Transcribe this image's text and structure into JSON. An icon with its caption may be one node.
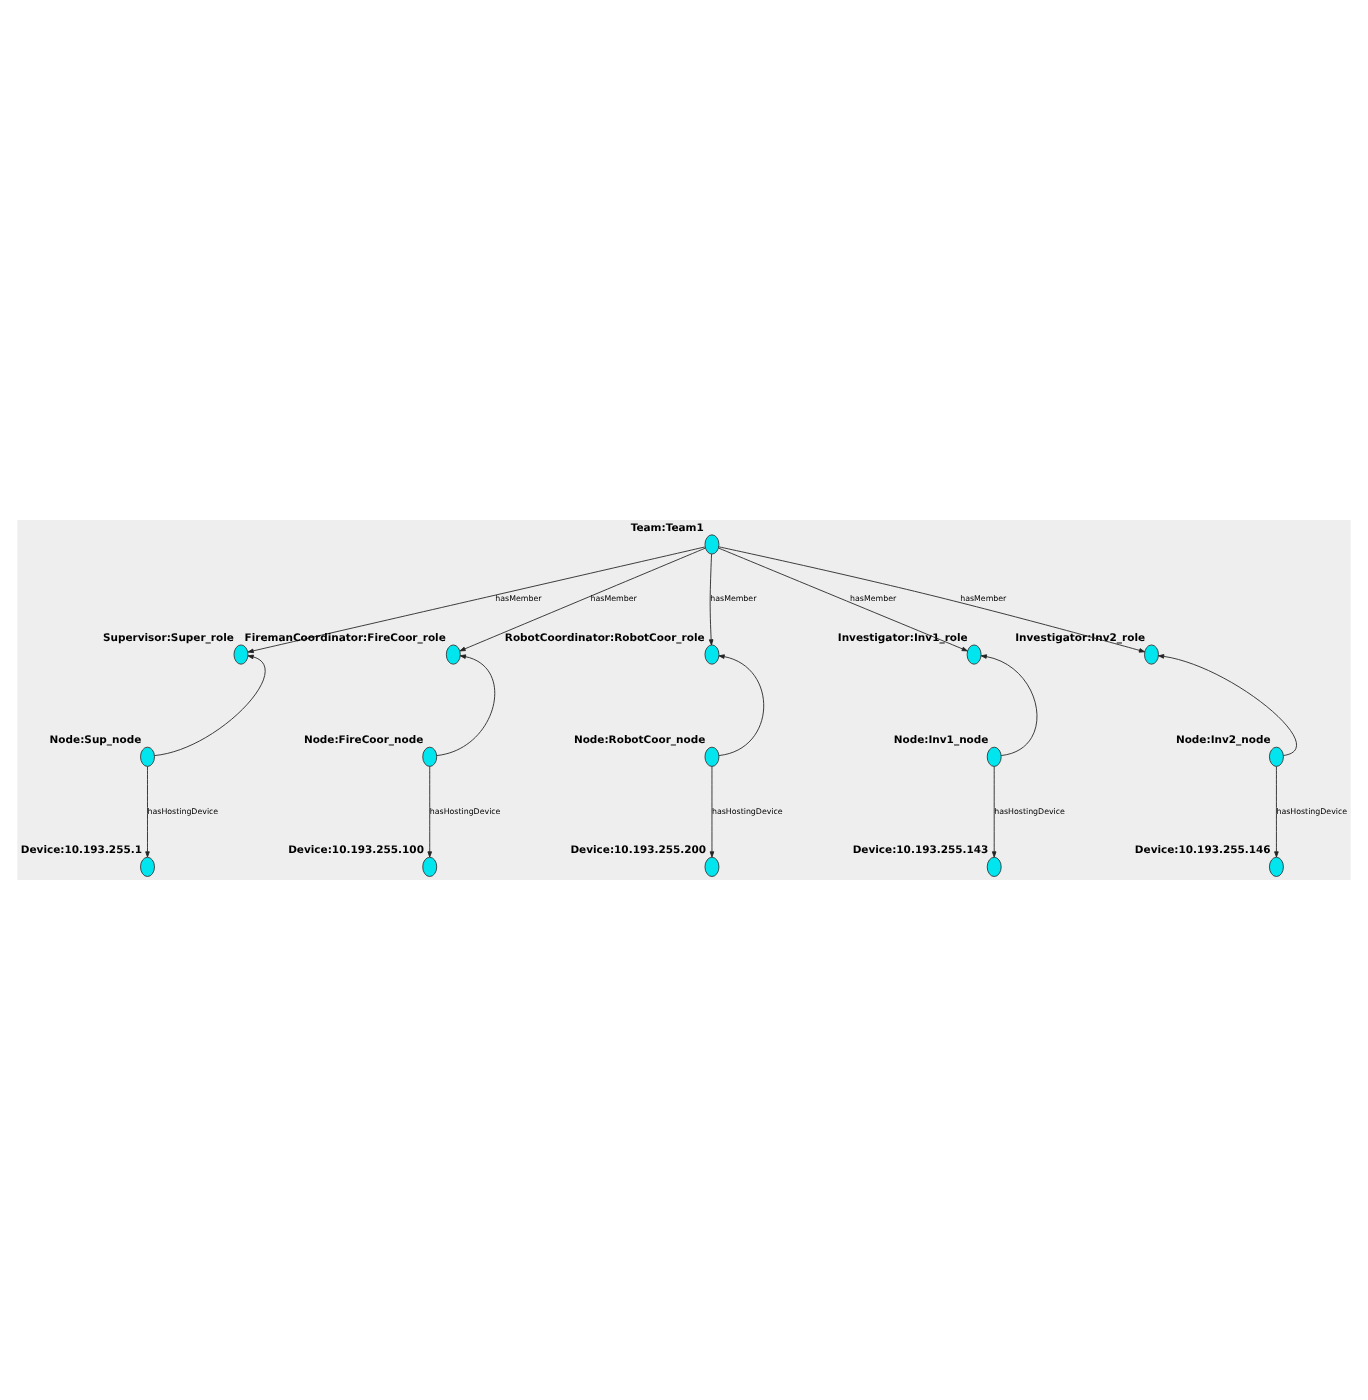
{
  "diagram": {
    "nodes": [
      {
        "text": [],
        "shape": "circle",
        "beside": [
          "Device:10.193.255.1"
        ]
      },
      {
        "text": [],
        "shape": "circle",
        "beside": [
          "Node:Sup_node"
        ]
      },
      {
        "text": [],
        "shape": "circle",
        "beside": [
          "Supervisor:Super_role"
        ]
      },
      {
        "text": [],
        "shape": "circle",
        "beside": [
          "Team:Team1"
        ]
      },
      {
        "text": [],
        "shape": "circle",
        "beside": [
          "FiremanCoordinator:FireCoor_role"
        ]
      },
      {
        "text": [],
        "shape": "circle",
        "beside": [
          "Node:FireCoor_node"
        ]
      },
      {
        "text": [],
        "shape": "circle",
        "beside": [
          "Device:10.193.255.100"
        ]
      },
      {
        "text": [],
        "shape": "circle",
        "beside": [
          "RobotCoordinator:RobotCoor_role"
        ]
      },
      {
        "text": [],
        "shape": "circle",
        "beside": [
          "Node:RobotCoor_node"
        ]
      },
      {
        "text": [],
        "shape": "circle",
        "beside": [
          "Device:10.193.255.200"
        ]
      },
      {
        "text": [],
        "shape": "circle",
        "beside": [
          "Investigator:Inv1_role"
        ]
      },
      {
        "text": [],
        "shape": "circle",
        "beside": [
          "Node:Inv1_node"
        ]
      },
      {
        "text": [],
        "shape": "circle",
        "beside": [
          "Device:10.193.255.143"
        ]
      },
      {
        "text": [],
        "shape": "circle",
        "beside": [
          "Investigator:Inv2_role"
        ]
      },
      {
        "text": [],
        "shape": "circle",
        "beside": [
          "Node:Inv2_node"
        ]
      },
      {
        "text": [],
        "shape": "circle",
        "beside": [
          "Device:10.193.255.146"
        ]
      }
    ],
    "edges": [
      {
        "from": 3,
        "to": 2,
        "arrow": "to",
        "label": "hasMember"
      },
      {
        "from": 1,
        "to": 2,
        "arrow": "to"
      },
      {
        "from": 1,
        "to": 0,
        "arrow": "to",
        "label": "hasHostingDevice"
      },
      {
        "from": 3,
        "to": 4,
        "arrow": "to",
        "label": "hasMember"
      },
      {
        "from": 5,
        "to": 4,
        "arrow": "to"
      },
      {
        "from": 5,
        "to": 6,
        "arrow": "to",
        "label": "hasHostingDevice"
      },
      {
        "from": 3,
        "to": 7,
        "arrow": "to",
        "label": "hasMember"
      },
      {
        "from": 8,
        "to": 7,
        "arrow": "to"
      },
      {
        "from": 8,
        "to": 9,
        "arrow": "to",
        "label": "hasHostingDevice"
      },
      {
        "from": 3,
        "to": 10,
        "arrow": "to",
        "label": "hasMember"
      },
      {
        "from": 11,
        "to": 10,
        "arrow": "to"
      },
      {
        "from": 11,
        "to": 12,
        "arrow": "to",
        "label": "hasHostingDevice"
      },
      {
        "from": 3,
        "to": 13,
        "arrow": "to",
        "label": "hasMember"
      },
      {
        "from": 14,
        "to": 13,
        "arrow": "to"
      },
      {
        "from": 14,
        "to": 15,
        "arrow": "to",
        "label": "hasHostingDevice"
      }
    ]
  }
}
